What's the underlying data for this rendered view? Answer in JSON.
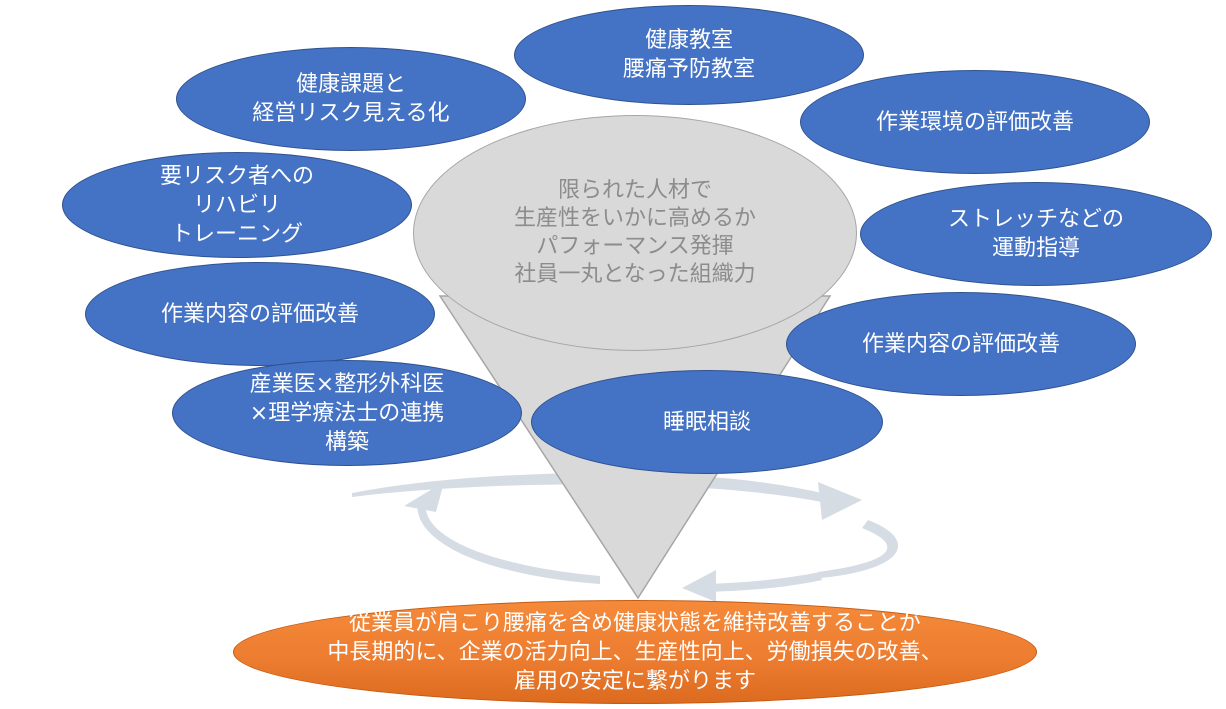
{
  "center": {
    "text": "限られた人材で\n生産性をいかに高めるか\nパフォーマンス発揮\n社員一丸となった組織力"
  },
  "bubbles": {
    "health_class": "健康教室\n腰痛予防教室",
    "visualize": "健康課題と\n経営リスク見える化",
    "work_env": "作業環境の評価改善",
    "rehab": "要リスク者への\nリハビリ\nトレーニング",
    "stretch": "ストレッチなどの\n運動指導",
    "work_content_left": "作業内容の評価改善",
    "work_content_right": "作業内容の評価改善",
    "collab": "産業医×整形外科医\n×理学療法士の連携\n構築",
    "sleep": "睡眠相談"
  },
  "outcome": {
    "text": "従業員が肩こり腰痛を含め健康状態を維持改善することが\n中長期的に、企業の活力向上、生産性向上、労働損失の改善、\n雇用の安定に繋がります"
  },
  "colors": {
    "bubble": "#4472c4",
    "center": "#d9d9d9",
    "outcome": "#ed7d31",
    "arrow": "#d6dce4"
  }
}
